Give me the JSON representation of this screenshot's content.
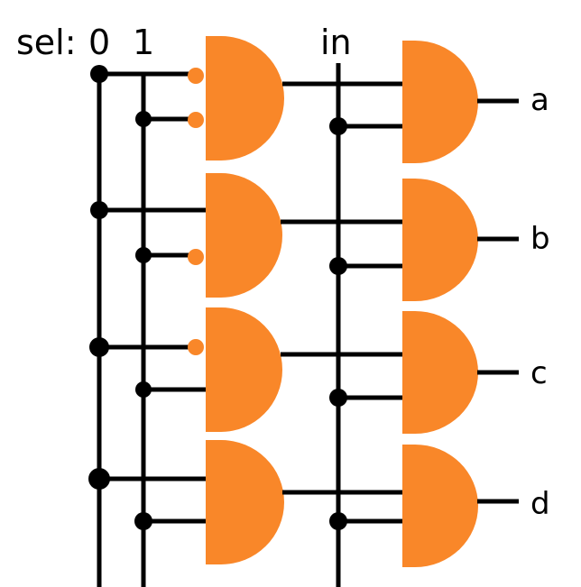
{
  "labels": {
    "sel": "sel:",
    "sel0": "0",
    "sel1": "1",
    "in": "in"
  },
  "outputs": [
    "a",
    "b",
    "c",
    "d"
  ],
  "colors": {
    "gate": "#f98729",
    "wire": "#000000"
  }
}
